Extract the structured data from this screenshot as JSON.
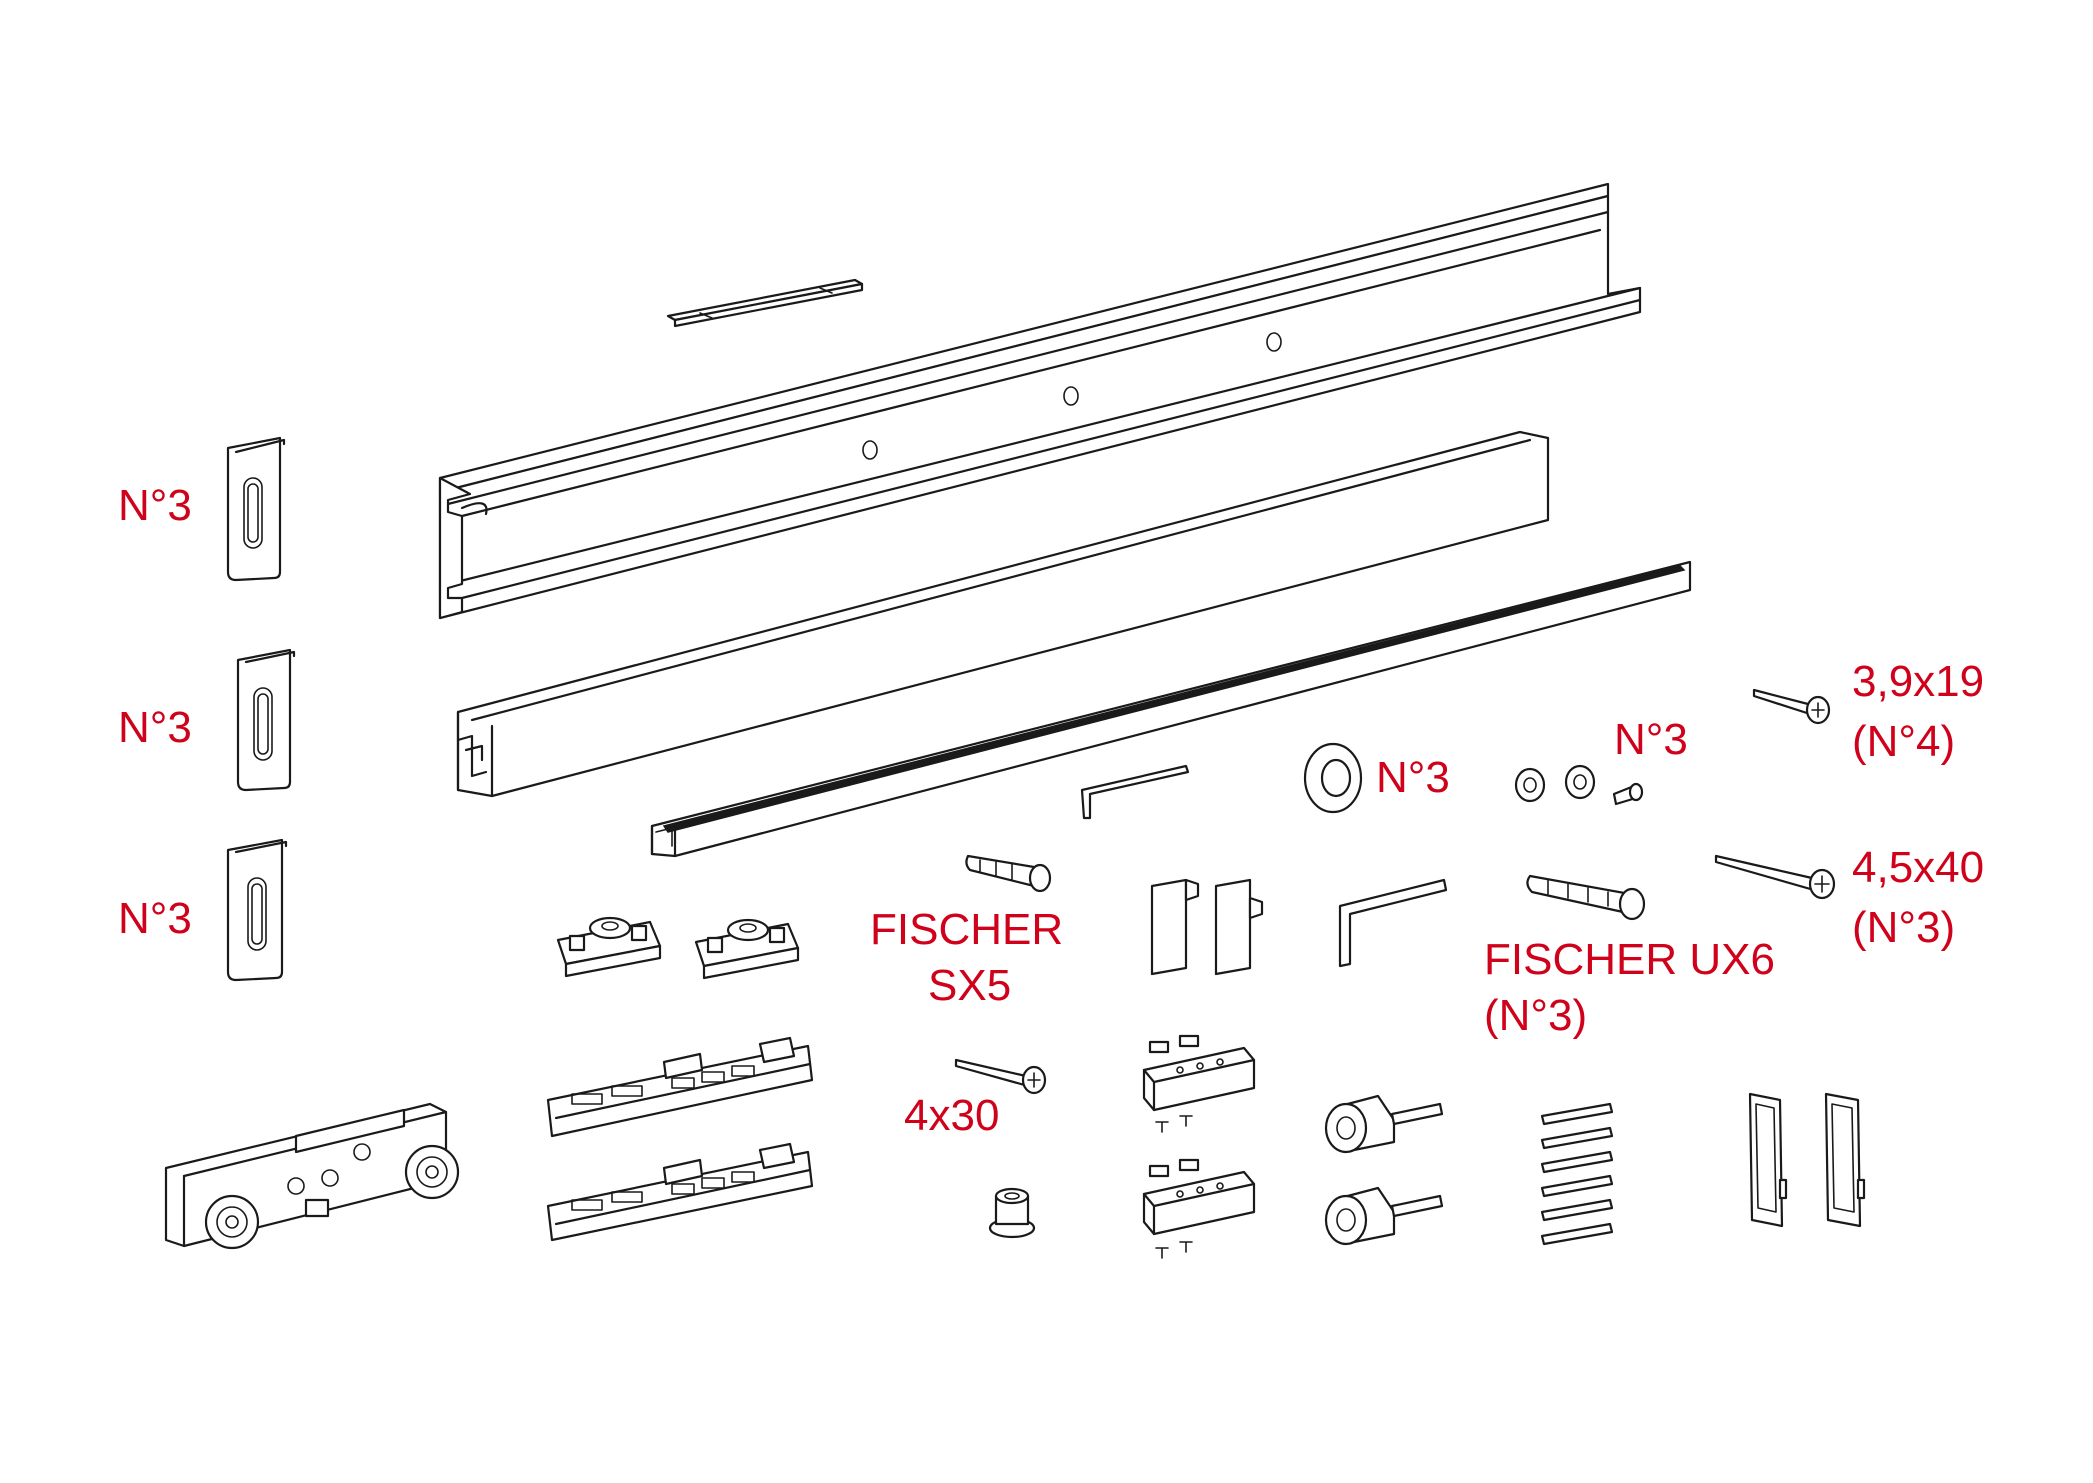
{
  "colors": {
    "label": "#d0021b",
    "stroke": "#1a1a1a",
    "background": "#ffffff"
  },
  "labels": {
    "bracket_qty_1": "N°3",
    "bracket_qty_2": "N°3",
    "bracket_qty_3": "N°3",
    "washer_qty": "N°3",
    "nut_set_qty": "N°3",
    "screw_3_9x19": "3,9x19",
    "screw_3_9x19_qty": "(N°4)",
    "screw_4_5x40": "4,5x40",
    "screw_4_5x40_qty": "(N°3)",
    "fischer_sx5_line1": "FISCHER",
    "fischer_sx5_line2": "SX5",
    "fischer_ux6": "FISCHER UX6",
    "fischer_ux6_qty": "(N°3)",
    "screw_4x30": "4x30"
  }
}
